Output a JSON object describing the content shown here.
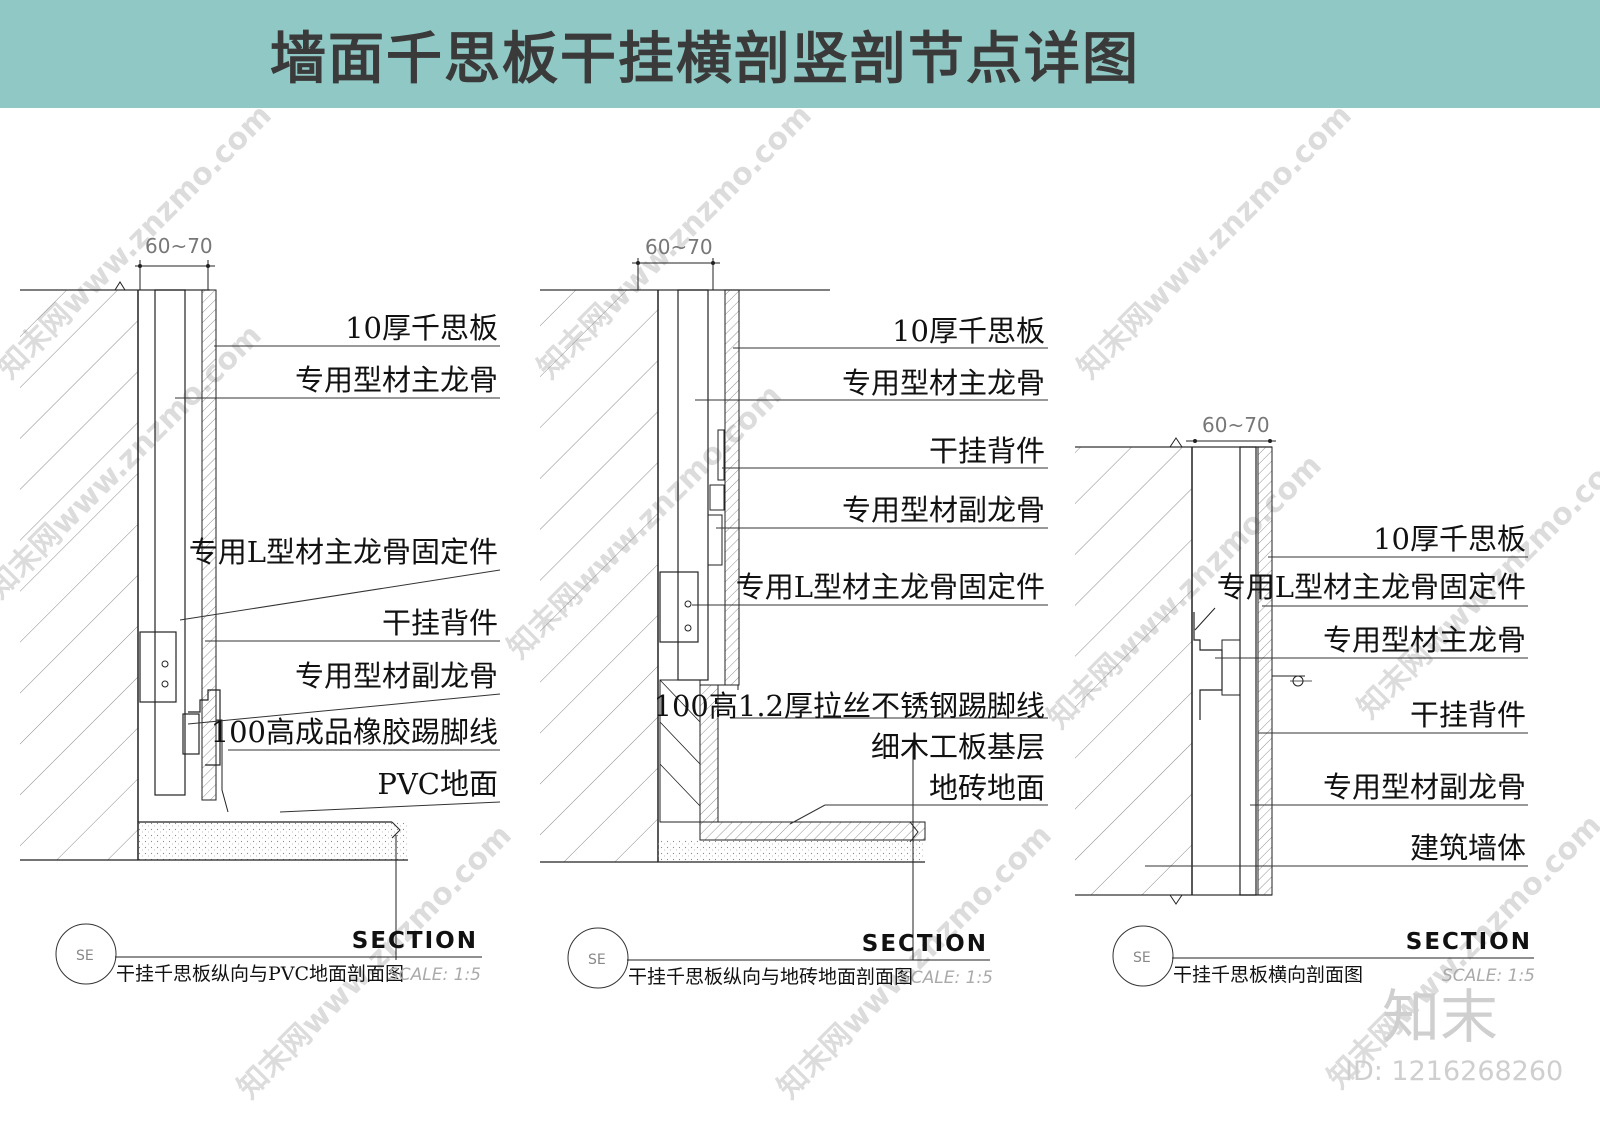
{
  "title": "墙面千思板干挂横剖竖剖节点详图",
  "watermark": "知末网www.znzmo.com",
  "logo": "知末",
  "id_label": "ID: 1216268260",
  "sections": [
    {
      "dimension": "60~70",
      "labels": [
        "10厚千思板",
        "专用型材主龙骨",
        "专用L型材主龙骨固定件",
        "干挂背件",
        "专用型材副龙骨",
        "100高成品橡胶踢脚线",
        "PVC地面"
      ],
      "section_word": "SECTION",
      "symbol": "SE",
      "caption": "干挂千思板纵向与PVC地面剖面图",
      "scale": "SCALE: 1:5"
    },
    {
      "dimension": "60~70",
      "labels": [
        "10厚千思板",
        "专用型材主龙骨",
        "干挂背件",
        "专用型材副龙骨",
        "专用L型材主龙骨固定件",
        "100高1.2厚拉丝不锈钢踢脚线",
        "细木工板基层",
        "地砖地面"
      ],
      "section_word": "SECTION",
      "symbol": "SE",
      "caption": "干挂千思板纵向与地砖地面剖面图",
      "scale": "SCALE: 1:5"
    },
    {
      "dimension": "60~70",
      "labels": [
        "10厚千思板",
        "专用L型材主龙骨固定件",
        "专用型材主龙骨",
        "干挂背件",
        "专用型材副龙骨",
        "建筑墙体"
      ],
      "section_word": "SECTION",
      "symbol": "SE",
      "caption": "干挂千思板横向剖面图",
      "scale": "SCALE: 1:5"
    }
  ]
}
